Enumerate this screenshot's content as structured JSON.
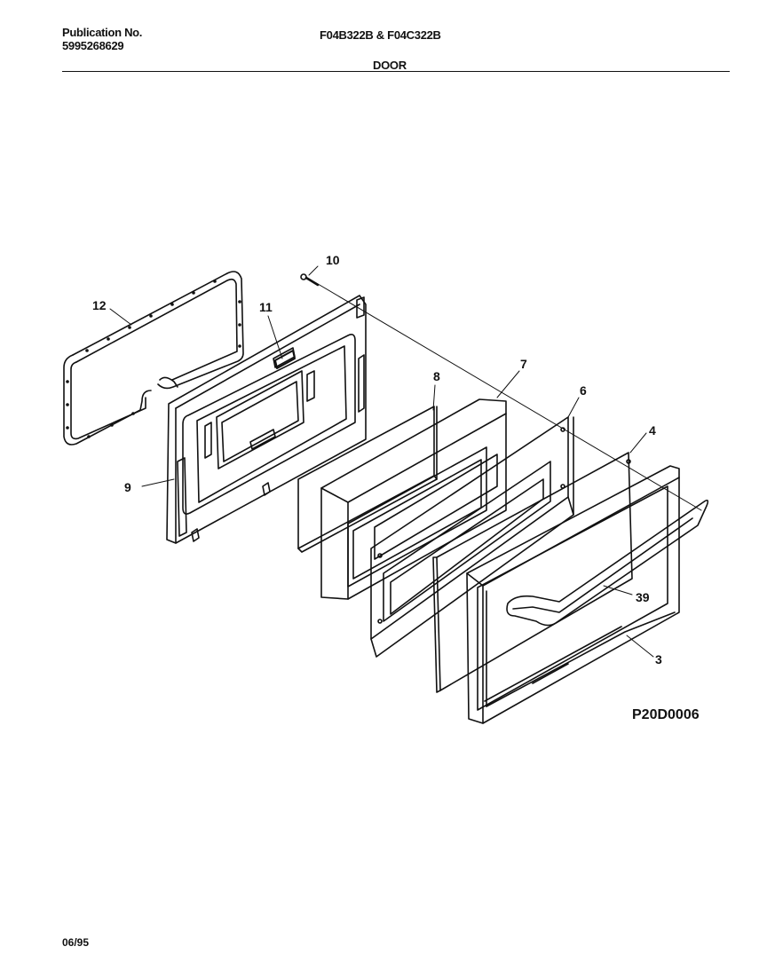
{
  "header": {
    "publication_label": "Publication No.",
    "publication_number": "5995268629",
    "models": "F04B322B & F04C322B",
    "section_title": "DOOR"
  },
  "diagram": {
    "callouts": [
      "10",
      "12",
      "11",
      "8",
      "7",
      "6",
      "4",
      "9",
      "39",
      "3"
    ],
    "reference_code": "P20D0006"
  },
  "footer": {
    "date_code": "06/95"
  }
}
